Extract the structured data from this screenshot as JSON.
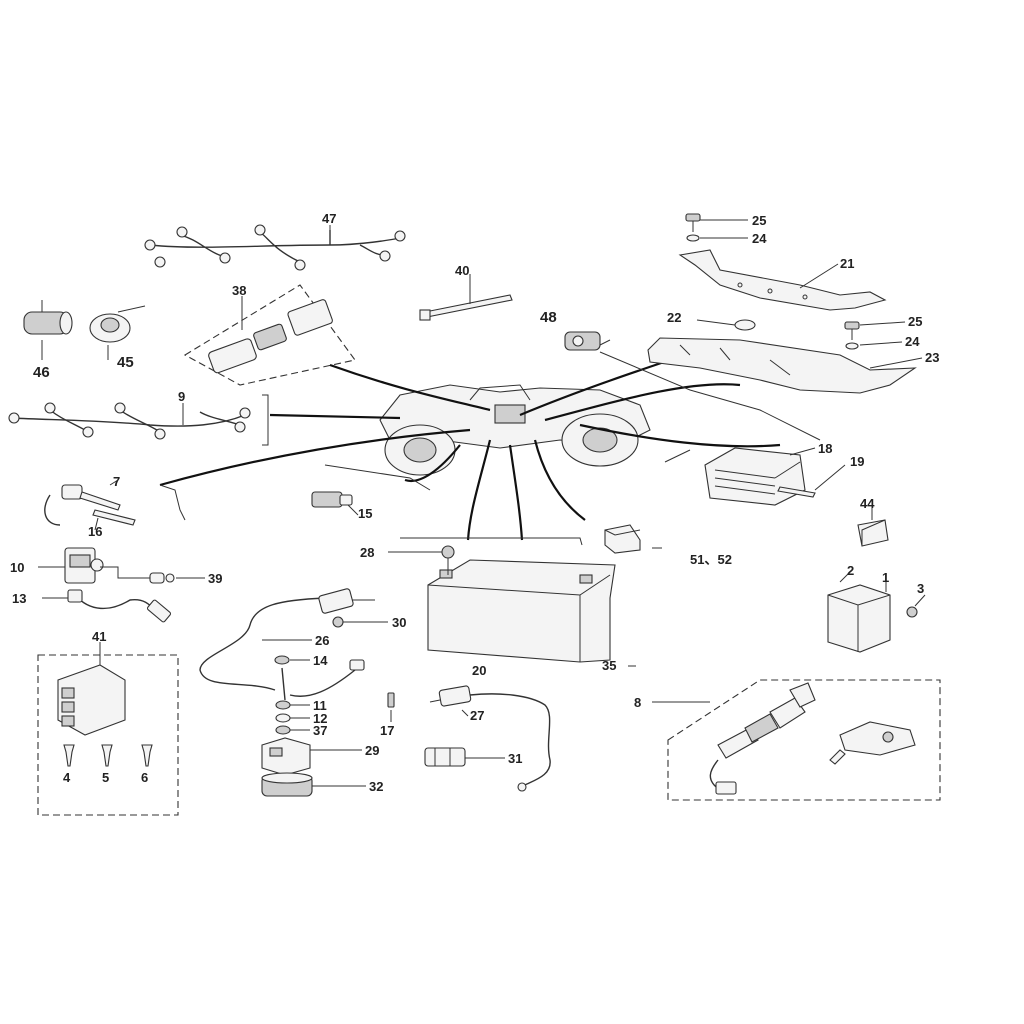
{
  "callouts": {
    "c47": "47",
    "c40": "40",
    "c38": "38",
    "c46": "46",
    "c45": "45",
    "c9": "9",
    "c7": "7",
    "c16": "16",
    "c15": "15",
    "c10": "10",
    "c39": "39",
    "c13": "13",
    "c41": "41",
    "c4": "4",
    "c5": "5",
    "c6": "6",
    "c28": "28",
    "c30": "30",
    "c26": "26",
    "c14": "14",
    "c11": "11",
    "c12": "12",
    "c37": "37",
    "c29": "29",
    "c32": "32",
    "c17": "17",
    "c20": "20",
    "c35": "35",
    "c27": "27",
    "c31": "31",
    "c25a": "25",
    "c24a": "24",
    "c21": "21",
    "c22": "22",
    "c25b": "25",
    "c24b": "24",
    "c23": "23",
    "c48": "48",
    "c18": "18",
    "c19": "19",
    "c44": "44",
    "c5152": "51、52",
    "c2": "2",
    "c1": "1",
    "c3": "3",
    "c8": "8"
  }
}
